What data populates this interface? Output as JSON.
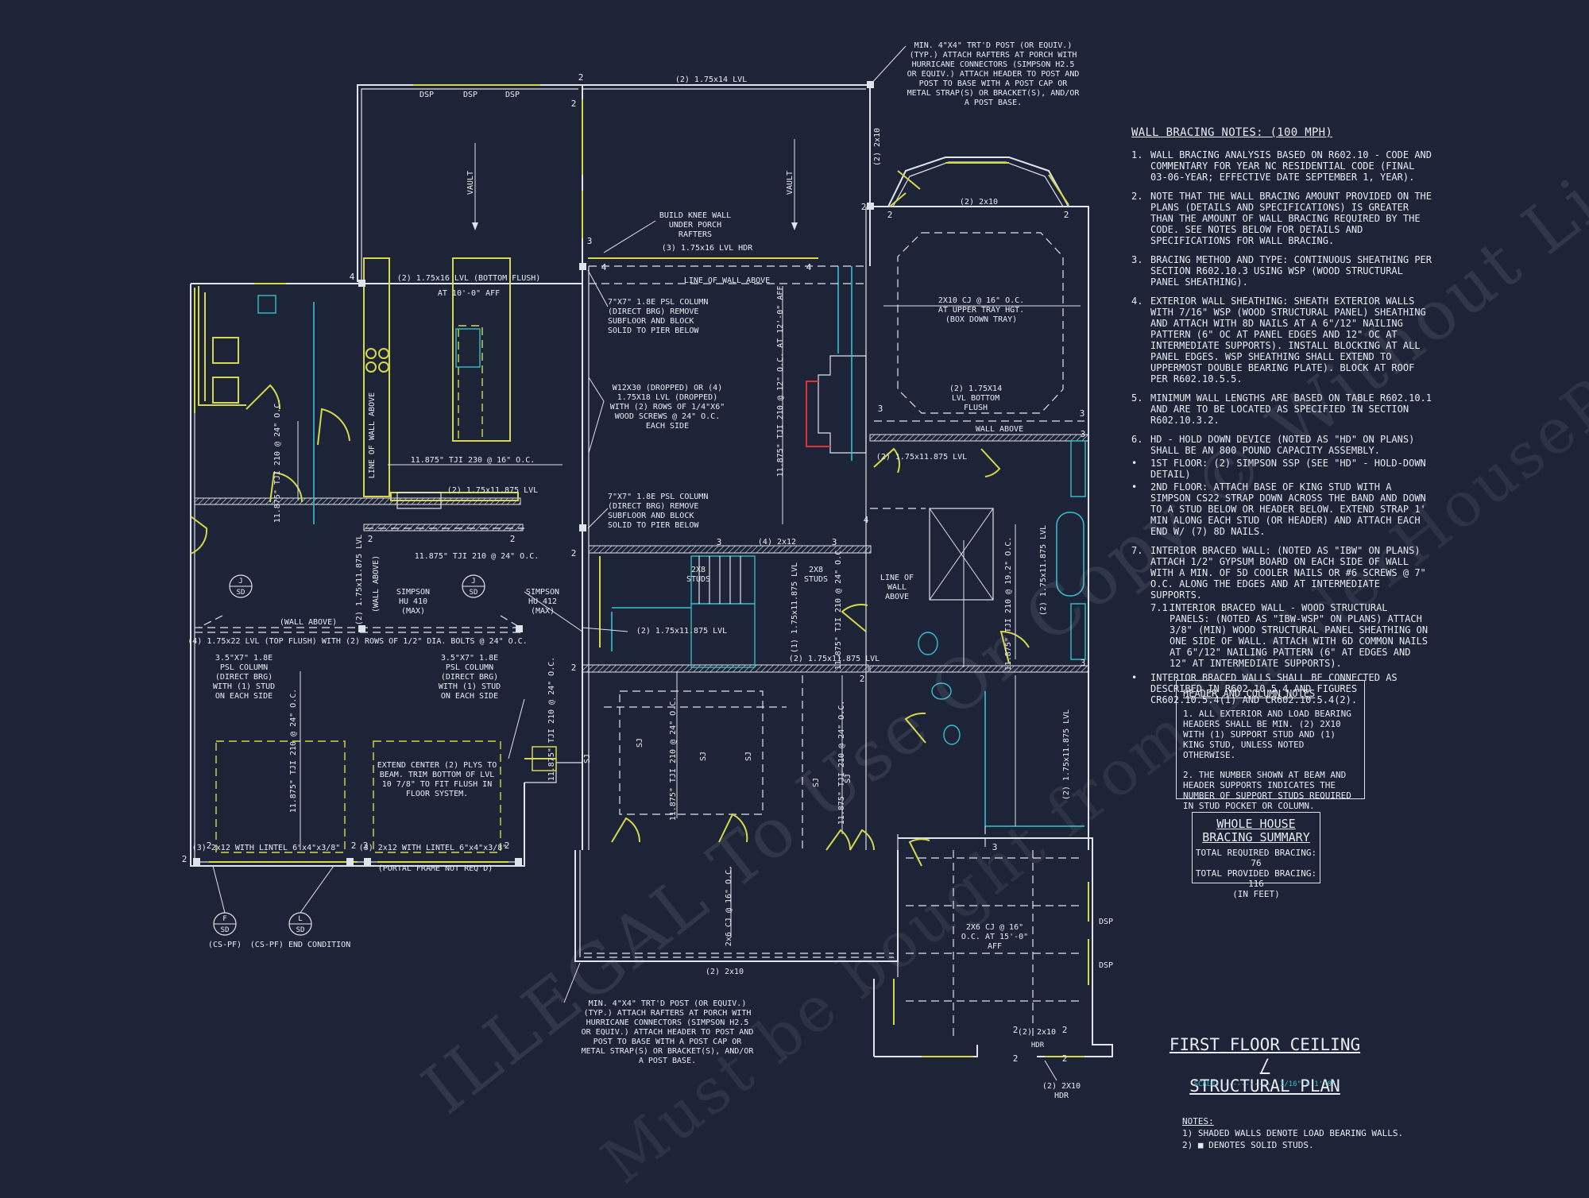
{
  "watermark": {
    "line1": "ILLEGAL To Use Or Copy © Without License",
    "line2": "Must be bought from BuilderHousePlans.com"
  },
  "colors": {
    "background": "#1e2438",
    "line": "#dfe3ec",
    "yellow": "#d6d84a",
    "cyan": "#36c0d0",
    "red": "#e03030"
  },
  "wall_bracing": {
    "heading": "WALL BRACING NOTES: (100 MPH)",
    "items": [
      {
        "num": "1.",
        "text": "WALL BRACING ANALYSIS BASED ON R602.10 - CODE AND COMMENTARY FOR YEAR NC RESIDENTIAL CODE (FINAL 03-06-YEAR; EFFECTIVE DATE SEPTEMBER 1, YEAR)."
      },
      {
        "num": "2.",
        "text": "NOTE THAT THE WALL BRACING AMOUNT PROVIDED ON THE PLANS (DETAILS AND SPECIFICATIONS) IS GREATER THAN THE AMOUNT OF WALL BRACING REQUIRED BY THE CODE. SEE NOTES BELOW FOR DETAILS AND SPECIFICATIONS FOR WALL BRACING."
      },
      {
        "num": "3.",
        "text": "BRACING METHOD AND TYPE: CONTINUOUS SHEATHING PER SECTION R602.10.3 USING WSP (WOOD STRUCTURAL PANEL SHEATHING)."
      },
      {
        "num": "4.",
        "text": "EXTERIOR WALL SHEATHING: SHEATH EXTERIOR WALLS WITH 7/16\" WSP (WOOD STRUCTURAL PANEL) SHEATHING AND ATTACH WITH 8d NAILS AT A 6\"/12\" NAILING PATTERN (6\" OC AT PANEL EDGES AND 12\" OC AT INTERMEDIATE SUPPORTS). INSTALL BLOCKING AT ALL PANEL EDGES. WSP SHEATHING SHALL EXTEND TO UPPERMOST DOUBLE BEARING PLATE). BLOCK AT ROOF PER R602.10.5.5."
      },
      {
        "num": "5.",
        "text": "MINIMUM WALL LENGTHS ARE BASED ON TABLE R602.10.1 AND ARE TO BE LOCATED AS SPECIFIED IN SECTION R602.10.3.2."
      },
      {
        "num": "6.",
        "text": "HD - HOLD DOWN DEVICE (NOTED AS \"HD\" ON PLANS) SHALL BE AN 800 POUND CAPACITY ASSEMBLY."
      },
      {
        "num": "•",
        "text": "1ST FLOOR: (2) SIMPSON SSP (SEE \"HD\" - HOLD-DOWN DETAIL)",
        "sub": false
      },
      {
        "num": "•",
        "text": "2ND FLOOR: ATTACH BASE OF KING STUD WITH A SIMPSON CS22 STRAP DOWN ACROSS THE BAND AND DOWN TO A STUD BELOW OR HEADER BELOW. EXTEND STRAP 1' MIN ALONG EACH STUD (OR HEADER) AND ATTACH EACH END W/ (7) 8d NAILS."
      },
      {
        "num": "7.",
        "text": "INTERIOR BRACED WALL: (NOTED AS \"IBW\" ON PLANS) ATTACH 1/2\" GYPSUM BOARD ON EACH SIDE OF WALL WITH A MIN. OF 5d COOLER NAILS OR #6 SCREWS @ 7\" O.C. ALONG THE EDGES AND AT INTERMEDIATE SUPPORTS."
      },
      {
        "num": "7.1.",
        "text": "INTERIOR BRACED WALL - WOOD STRUCTURAL PANELS: (NOTED AS \"IBW-WSP\" ON PLANS) ATTACH 3/8\" (MIN) WOOD STRUCTURAL PANEL SHEATHING ON ONE SIDE OF WALL. ATTACH WITH 6d COMMON NAILS AT 6\"/12\" NAILING PATTERN (6\" AT EDGES AND 12\" AT INTERMEDIATE SUPPORTS).",
        "sub": true
      },
      {
        "num": "•",
        "text": "INTERIOR BRACED WALLS SHALL BE CONNECTED AS DESCRIBED IN R602.10.5.4 AND FIGURES CR602.10.5.4(1) AND CR602.10.5.4(2)."
      }
    ]
  },
  "header_column": {
    "heading": "HEADER AND COLUMN NOTES",
    "note1": "1. ALL EXTERIOR AND LOAD BEARING HEADERS SHALL BE MIN. (2) 2X10 WITH (1) SUPPORT STUD AND (1) KING STUD, UNLESS NOTED OTHERWISE.",
    "note2": "2. THE NUMBER SHOWN AT BEAM AND HEADER SUPPORTS INDICATES THE NUMBER OF SUPPORT STUDS REQUIRED IN STUD POCKET OR COLUMN."
  },
  "bracing_summary": {
    "title": "WHOLE HOUSE BRACING SUMMARY",
    "required": "TOTAL REQUIRED BRACING: 76",
    "provided": "TOTAL PROVIDED BRACING: 116",
    "units": "(IN FEET)"
  },
  "sheet": {
    "title1": "FIRST FLOOR CEILING /",
    "title2": "STRUCTURAL PLAN",
    "scale": "SCALE: ------------ 3/16\" = 1'-0\""
  },
  "footer_notes": {
    "heading": "NOTES:",
    "n1": "1) SHADED WALLS DENOTE LOAD BEARING WALLS.",
    "n2": "2) ■ DENOTES SOLID STUDS."
  },
  "callouts": {
    "post_top": "MIN. 4\"x4\" TRT'D POST (OR EQUIV.) (TYP.) ATTACH RAFTERS AT PORCH WITH HURRICANE CONNECTORS (SIMPSON H2.5 OR EQUIV.) ATTACH HEADER TO POST AND POST TO BASE WITH A POST CAP OR METAL STRAP(S) OR BRACKET(S), AND/OR A POST BASE.",
    "post_bottom": "MIN. 4\"x4\" TRT'D POST (OR EQUIV.) (TYP.) ATTACH RAFTERS AT PORCH WITH HURRICANE CONNECTORS (SIMPSON H2.5 OR EQUIV.) ATTACH HEADER TO POST AND POST TO BASE WITH A POST CAP OR METAL STRAP(S) OR BRACKET(S), AND/OR A POST BASE.",
    "beam_top": "(2) 1.75x14 LVL",
    "dsp": "DSP",
    "vault": "VAULT",
    "knee_wall": "BUILD KNEE WALL UNDER PORCH RAFTERS",
    "hdr16": "(3) 1.75x16 LVL HDR",
    "line_wall_above": "LINE OF WALL ABOVE",
    "bottom_flush": "(2) 1.75x16 LVL (BOTTOM FLUSH)",
    "aff10": "AT 10'-0\" AFF",
    "psl_col_1": "7\"x7\" 1.8E PSL COLUMN (DIRECT BRG) REMOVE SUBFLOOR AND BLOCK SOLID TO PIER BELOW",
    "w12": "W12x30 (DROPPED) OR (4) 1.75x18 LVL (DROPPED) WITH (2) ROWS OF 1/4\"x6\" WOOD SCREWS @ 24\" O.C. EACH SIDE",
    "psl_col_2": "7\"x7\" 1.8E PSL COLUMN (DIRECT BRG) REMOVE SUBFLOOR AND BLOCK SOLID TO PIER BELOW",
    "tji230": "11.875\" TJI 230 @ 16\" O.C.",
    "tji210_a": "11.875\" TJI 210 @ 24\" O.C.",
    "tji210_b": "11.875\" TJI 210 @ 12\" O.C. AT 12'-0\" AFF",
    "lvl1175": "(2) 1.75x11.875 LVL",
    "tji210_c": "11.875\" TJI 210 @ 24\" O.C.",
    "simpson410": "SIMPSON HU 410 (MAX)",
    "simpson412": "SIMPSON HU 412 (MAX)",
    "wall_above": "(WALL ABOVE)",
    "lvl22": "(4) 1.75x22 LVL (TOP FLUSH) WITH (2) ROWS OF 1/2\" DIA. BOLTS @ 24\" O.C.",
    "psl35_l": "3.5\"x7\" 1.8E PSL COLUMN (DIRECT BRG) WITH (1) STUD ON EACH SIDE",
    "psl35_r": "3.5\"x7\" 1.8E PSL COLUMN (DIRECT BRG) WITH (1) STUD ON EACH SIDE",
    "extend": "EXTEND CENTER (2) PLYS TO BEAM. TRIM BOTTOM OF LVL 10 7/8\" TO FIT FLUSH IN FLOOR SYSTEM.",
    "lintel_l": "(3) 2x12 WITH LINTEL 6\"x4\"x3/8\"",
    "lintel_r": "(3) 2x12 WITH LINTEL 6\"x4\"x3/8\"",
    "portal": "(PORTAL FRAME NOT REQ'D)",
    "cspf_1": "(CS-PF)",
    "cspf_2": "(CS-PF) END CONDITION",
    "cj2x10": "2x10 CJ @ 16\" O.C. AT UPPER TRAY HGT. (BOX DOWN TRAY)",
    "hdr_2x10_top": "(2) 2x10",
    "hdr_2x10_side": "(2) 2x10",
    "lvl14_flush": "(2) 1.75x14 LVL BOTTOM FLUSH",
    "wall_above_2": "WALL ABOVE",
    "lvl1175_b": "(2) 1.75x11.875 LVL",
    "line_wall_above_2": "LINE OF WALL ABOVE",
    "hdr_2x12": "(4) 2x12",
    "studs_l": "2x8 STUDS",
    "studs_r": "2x8 STUDS",
    "lvl1175_c": "(2) 1.75x11.875 LVL",
    "lvl1175_d": "(2) 1.75x11.875 LVL",
    "lvl1175_e": "(1) 1.75x11.875 LVL",
    "tji210_d": "11.875\" TJI 210 @ 24\" O.C.",
    "tji210_e": "11.875\" TJI 210 @ 19.2\" O.C.",
    "lvl1175_f": "(2) 1.75x11.875 LVL",
    "lvl1175_g": "(2) 1.75x11.875 LVL",
    "tji210_f": "11.875\" TJI 210 @ 24\" O.C.",
    "tji210_g": "11.875\" TJI 210 @ 24\" O.C.",
    "tji210_h": "11.875\" TJI 210 @ 24\" O.C.",
    "tji210_i": "11.875\" TJI 210 @ 24\" O.C.",
    "cj2x6_a": "2x6 CJ @ 16\" O.C.",
    "cj2x6_b": "2x6 CJ @ 16\" O.C. AT 15'-0\" AFF",
    "hdr_2x10_bottom": "(2) 2x10",
    "hdr_2x10_right": "(2) 2x10",
    "hdr_lbl": "HDR",
    "hdr_2x10_bot2": "(2) 2x10 HDR",
    "sj": "SJ",
    "sd": "SD",
    "sd_j": "J",
    "sd_f": "F",
    "sd_l": "L"
  }
}
